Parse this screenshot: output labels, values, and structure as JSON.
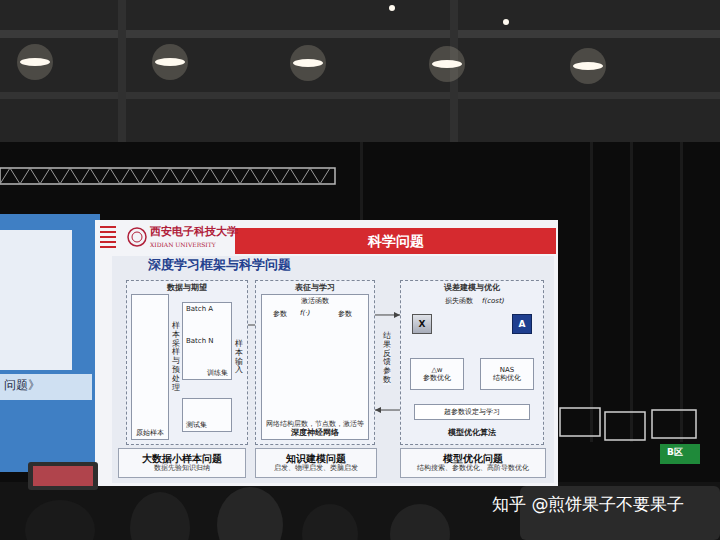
{
  "diagram": {
    "title": "科学问题",
    "nodes": [
      {
        "text": [
          "数据与期望"
        ]
      },
      {
        "text": [
          "原始样本"
        ],
        "in": 0
      },
      {
        "text": [
          "Batch A",
          "Batch N",
          "训练集"
        ],
        "in": 0
      },
      {
        "text": [
          "测试集"
        ],
        "in": 0
      },
      {
        "text": [
          "表征与学习"
        ]
      },
      {
        "text": [
          "激活函数",
          "网络结构层数，节点数，激活等",
          "深度神经网络"
        ],
        "in": 4
      },
      {
        "text": [
          "误差建模与优化"
        ]
      },
      {
        "text": [
          "X"
        ],
        "in": 6
      },
      {
        "text": [
          "A"
        ],
        "in": 6
      },
      {
        "text": [
          "△w",
          "参数优化"
        ],
        "in": 6
      },
      {
        "text": [
          "NAS",
          "结构优化"
        ],
        "in": 6
      },
      {
        "text": [
          "超参数设定与学习"
        ],
        "in": 6
      },
      {
        "text": [
          "大数据小样本问题",
          "数据先验知识归纳"
        ]
      },
      {
        "text": [
          "知识建模问题",
          "启发、物理启发、类脑启发"
        ]
      },
      {
        "text": [
          "模型优化问题",
          "结构搜索、参数优化、高阶导数优化"
        ]
      }
    ],
    "edges": [
      {
        "from": 1,
        "to": 2,
        "arrow": "to",
        "label": "样本采样与预处理"
      },
      {
        "from": 1,
        "to": 3,
        "arrow": "to"
      },
      {
        "from": 2,
        "to": 5,
        "arrow": "to",
        "label": "样本输入"
      },
      {
        "from": 4,
        "to": 6,
        "arrow": "to"
      },
      {
        "from": 6,
        "to": 4,
        "arrow": "to",
        "label": "结果反馈参数"
      },
      {
        "from": 7,
        "to": 8,
        "arrow": "none"
      },
      {
        "from": 11,
        "to": 9,
        "arrow": "to"
      },
      {
        "from": 11,
        "to": 10,
        "arrow": "to"
      }
    ],
    "labels": [
      "西安电子科技大学",
      "XIDIAN UNIVERSITY",
      "深度学习框架与科学问题",
      "参数",
      "f(·)",
      "参数",
      "损失函数",
      "f(cost)",
      "模型优化算法",
      "问题》",
      "B区",
      "知乎 @煎饼果子不要果子"
    ]
  }
}
